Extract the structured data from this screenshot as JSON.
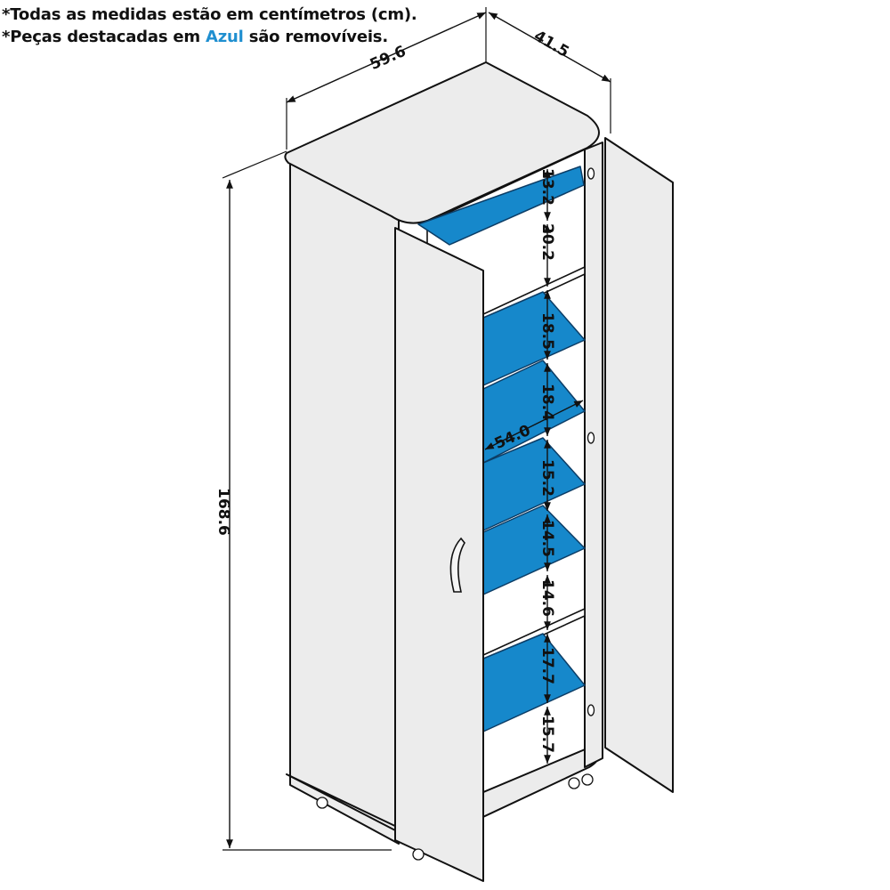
{
  "notes": {
    "line1": "*Todas as medidas estão em centímetros (cm).",
    "line2_prefix": "*Peças destacadas em ",
    "line2_highlight": "Azul",
    "line2_suffix": " são removíveis."
  },
  "colors": {
    "removable": "#1688cb",
    "panel": "#ececec",
    "highlight_text": "#1f8fd0"
  },
  "dimensions": {
    "width": "59.6",
    "depth": "41.5",
    "height": "168.6",
    "shelf_width": "54.0",
    "gaps": [
      "13.2",
      "20.2",
      "18.5",
      "18.4",
      "15.2",
      "14.5",
      "14.6",
      "17.7",
      "15.7"
    ]
  }
}
